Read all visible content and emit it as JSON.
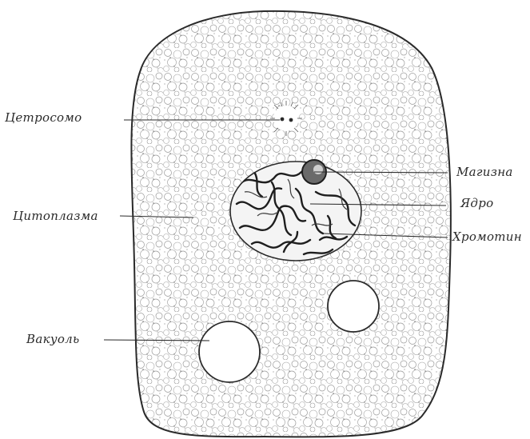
{
  "labels": {
    "centrosome": "Цетросомо",
    "cytoplasm": "Цитоплазма",
    "vacuole": "Вакуоль",
    "nucleolus": "Магизна",
    "nucleus": "Ядро",
    "chromatin": "Хромотин"
  },
  "colors": {
    "ink": "#2a2a2a",
    "paper": "#ffffff"
  }
}
